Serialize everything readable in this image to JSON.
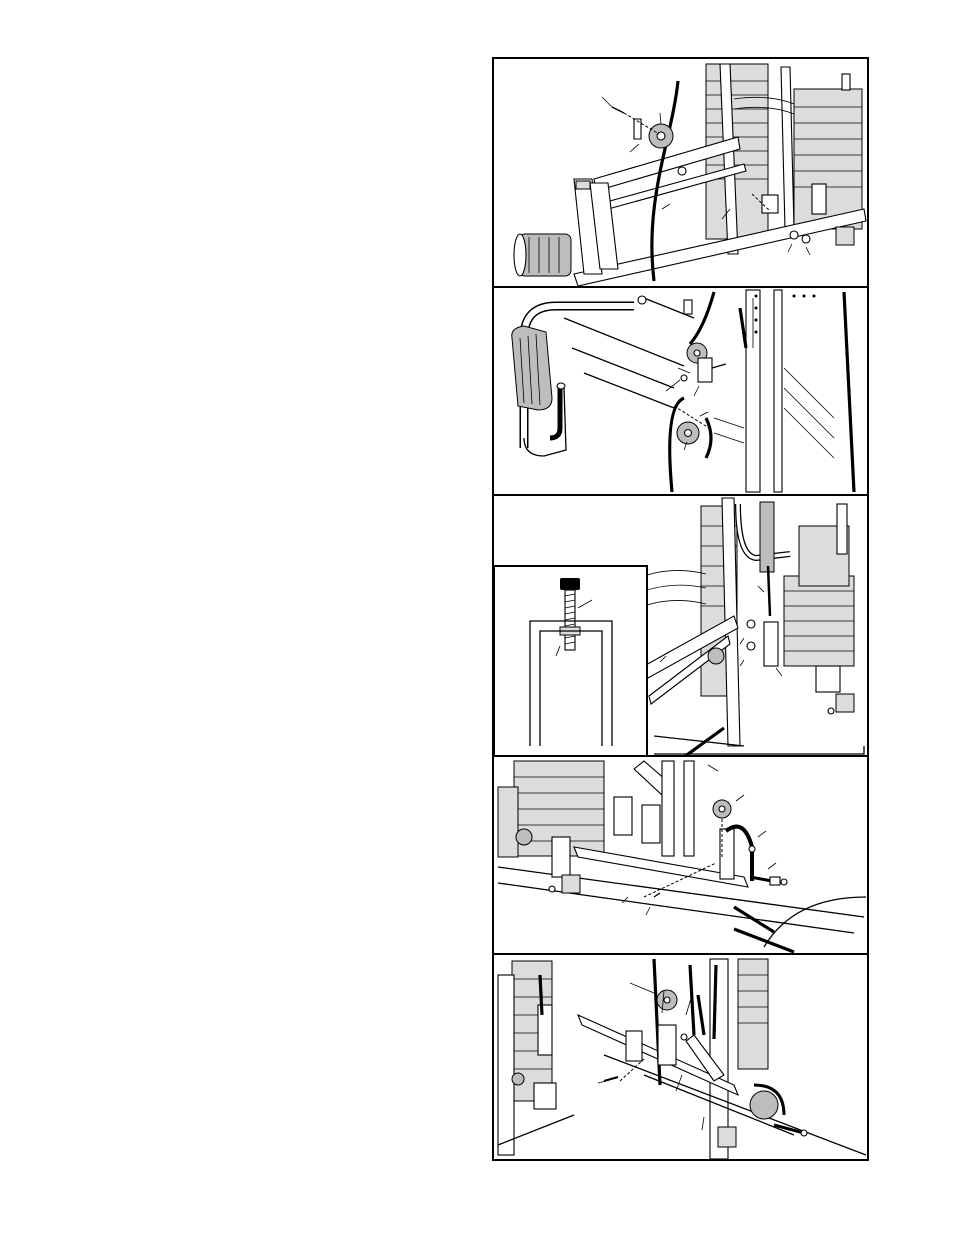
{
  "page": {
    "title": "",
    "caption": ""
  },
  "figures": [
    {
      "id": "step-1",
      "parts": [
        "screw",
        "bracket",
        "pulley",
        "cable",
        "frame-tube",
        "washer",
        "nut"
      ]
    },
    {
      "id": "step-2",
      "parts": [
        "cable",
        "pulley",
        "bracket",
        "bolt",
        "nut",
        "lower-pulley",
        "seat-frame"
      ]
    },
    {
      "id": "step-3",
      "parts": [
        "weight-bolt",
        "nut",
        "bracket",
        "cable",
        "frame-tube"
      ],
      "has_inset": true
    },
    {
      "id": "step-4",
      "parts": [
        "pulley",
        "bolt",
        "nut",
        "cable-end",
        "screw",
        "frame-tube"
      ]
    },
    {
      "id": "step-5",
      "parts": [
        "cable",
        "pulley",
        "bracket",
        "screw",
        "nut",
        "frame-tube"
      ]
    }
  ],
  "colors": {
    "ink": "#000000",
    "paper": "#ffffff",
    "shade": "#bdbdbd",
    "light": "#dcdcdc"
  }
}
